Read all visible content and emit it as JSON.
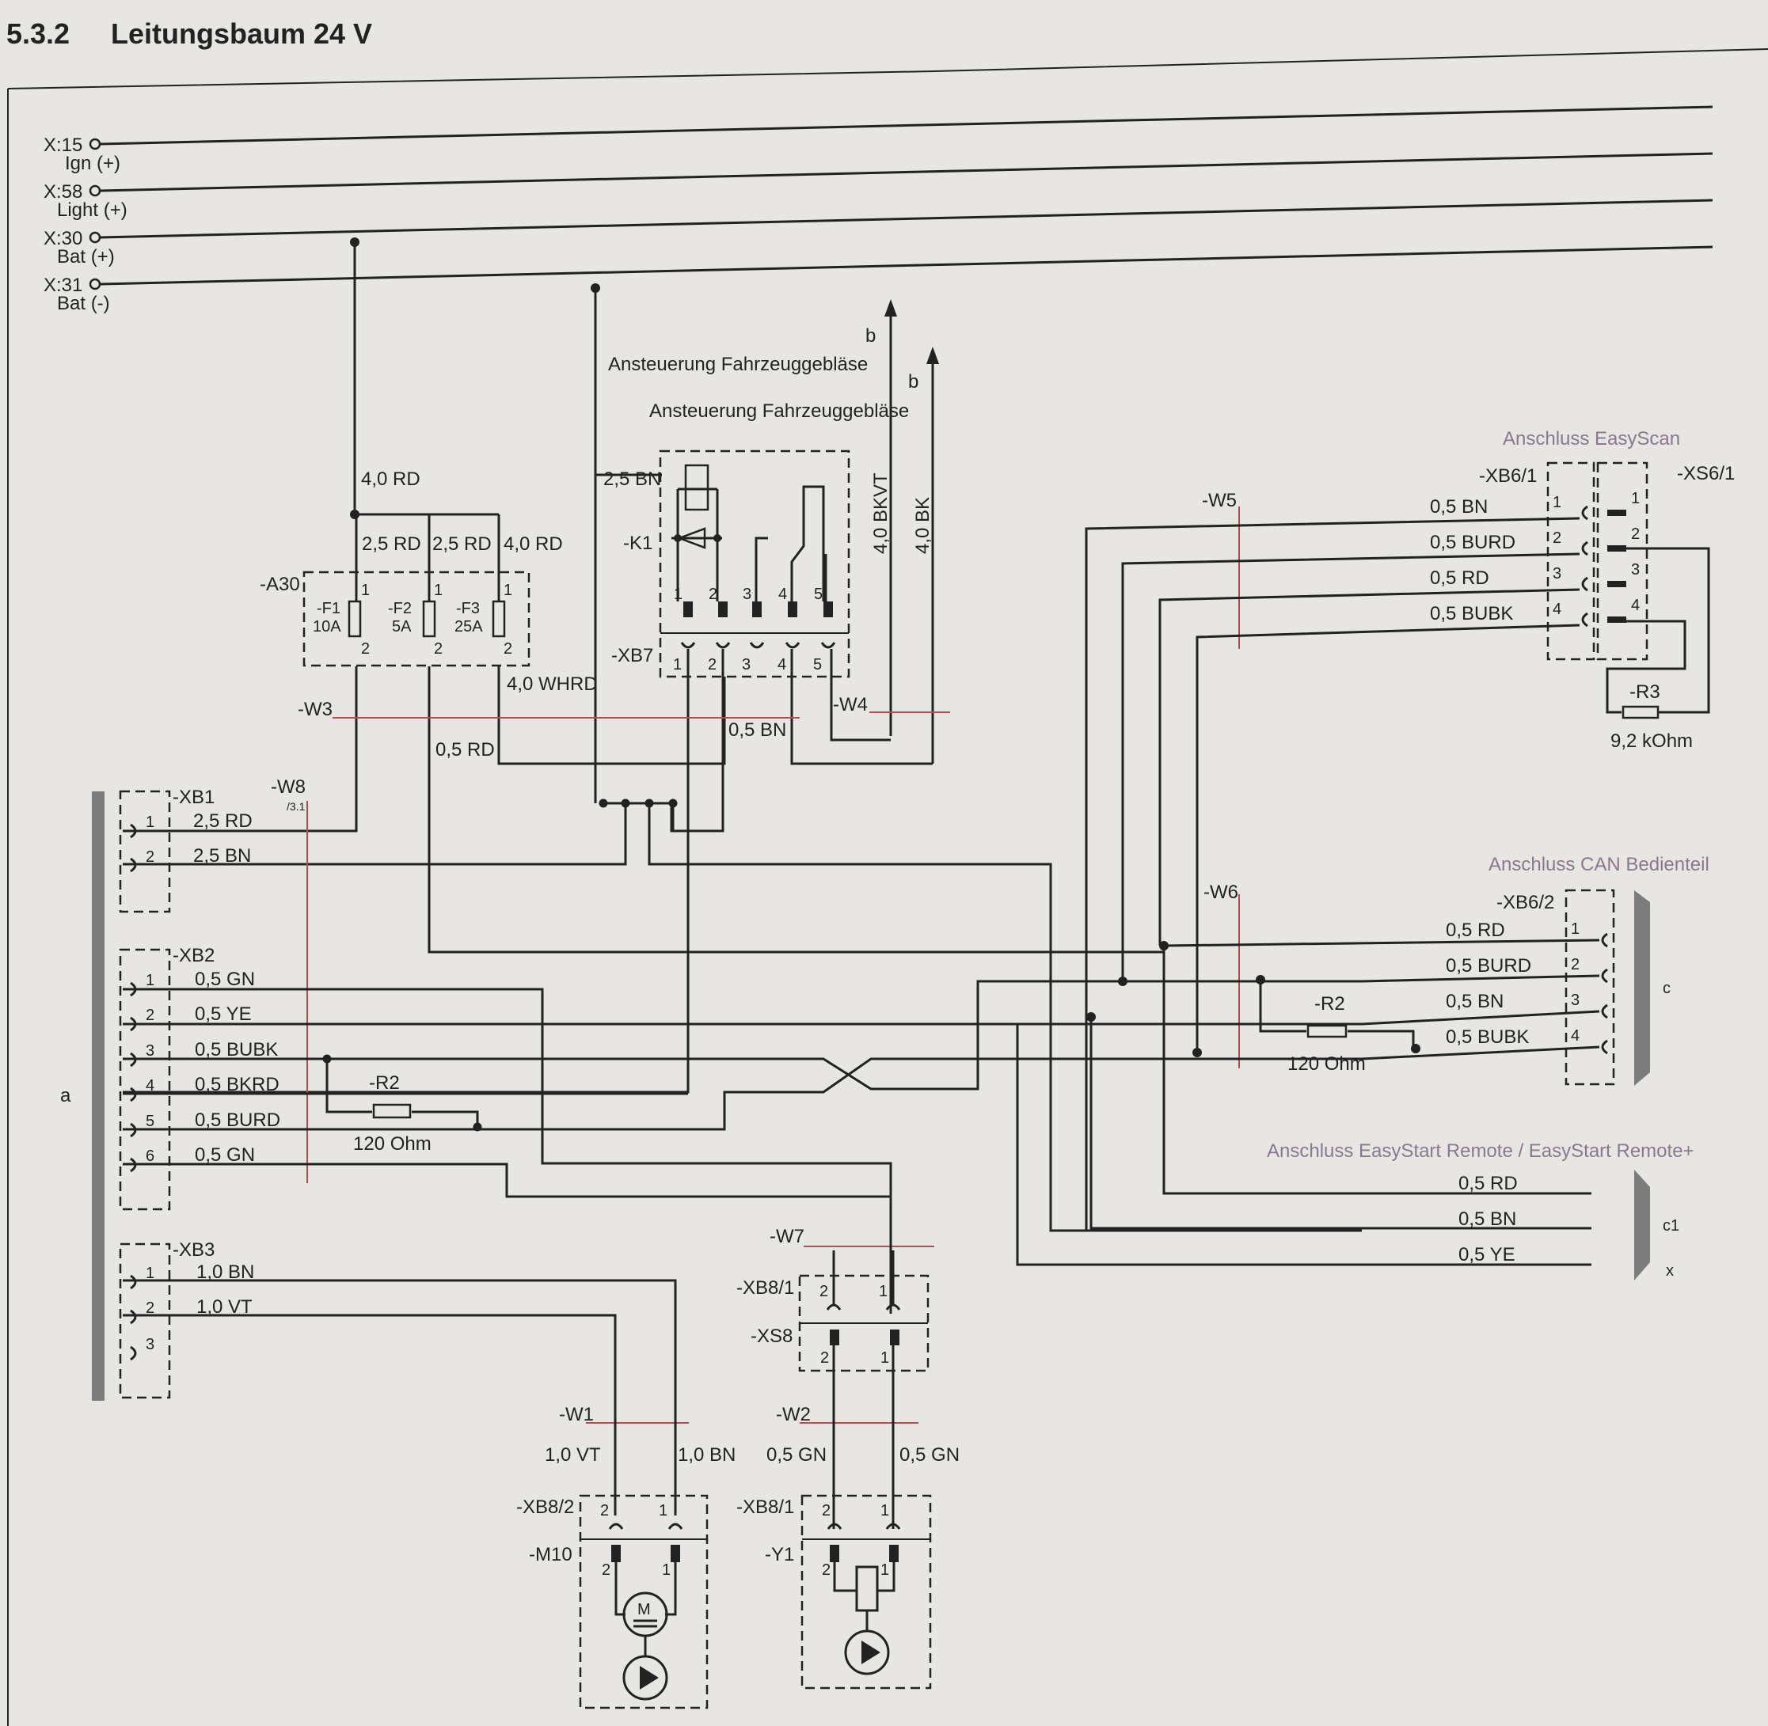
{
  "header": {
    "section": "5.3.2",
    "title": "Leitungsbaum 24 V"
  },
  "terminals": [
    {
      "id": "X:15",
      "desc": "Ign (+)"
    },
    {
      "id": "X:58",
      "desc": "Light (+)"
    },
    {
      "id": "X:30",
      "desc": "Bat (+)"
    },
    {
      "id": "X:31",
      "desc": "Bat (-)"
    }
  ],
  "blower": {
    "text": "Ansteuerung Fahrzeuggebläse",
    "arrow": "b"
  },
  "fuses": {
    "block": "-A30",
    "items": [
      {
        "id": "-F1",
        "rating": "10A"
      },
      {
        "id": "-F2",
        "rating": "5A"
      },
      {
        "id": "-F3",
        "rating": "25A"
      }
    ]
  },
  "relay": {
    "id": "-K1",
    "connector": "-XB7",
    "pins": [
      "1",
      "2",
      "3",
      "4",
      "5"
    ]
  },
  "wires": {
    "w3": "-W3",
    "w4": "-W4",
    "w5": "-W5",
    "w6": "-W6",
    "w7": "-W7",
    "w8": "-W8",
    "w8_ref": "/3.1",
    "w1": "-W1",
    "w2": "-W2"
  },
  "wire_labels": {
    "rd40": "4,0 RD",
    "rd25": "2,5 RD",
    "bn25": "2,5 BN",
    "whrd40": "4,0 WHRD",
    "rd05": "0,5 RD",
    "bn05": "0,5 BN",
    "bkvt40": "4,0 BKVT",
    "bk40": "4,0 BK"
  },
  "xb1": {
    "id": "-XB1",
    "pins": [
      {
        "n": "1",
        "wire": "2,5 RD"
      },
      {
        "n": "2",
        "wire": "2,5 BN"
      }
    ]
  },
  "xb2": {
    "id": "-XB2",
    "pins": [
      {
        "n": "1",
        "wire": "0,5 GN"
      },
      {
        "n": "2",
        "wire": "0,5 YE"
      },
      {
        "n": "3",
        "wire": "0,5 BUBK"
      },
      {
        "n": "4",
        "wire": "0,5 BKRD"
      },
      {
        "n": "5",
        "wire": "0,5 BURD"
      },
      {
        "n": "6",
        "wire": "0,5 GN"
      }
    ]
  },
  "xb3": {
    "id": "-XB3",
    "pins": [
      {
        "n": "1",
        "wire": "1,0 BN"
      },
      {
        "n": "2",
        "wire": "1,0 VT"
      },
      {
        "n": "3",
        "wire": ""
      }
    ]
  },
  "side": {
    "a": "a",
    "c": "c",
    "c1": "c1",
    "x": "x"
  },
  "resistors": {
    "r2": {
      "id": "-R2",
      "value": "120 Ohm"
    },
    "r3": {
      "id": "-R3",
      "value": "9,2 kOhm"
    }
  },
  "easyscan": {
    "title": "Anschluss EasyScan",
    "connector": "-XB6/1",
    "socket": "-XS6/1",
    "pins": [
      {
        "n": "1",
        "wire": "0,5 BN"
      },
      {
        "n": "2",
        "wire": "0,5 BURD"
      },
      {
        "n": "3",
        "wire": "0,5 RD"
      },
      {
        "n": "4",
        "wire": "0,5 BUBK"
      }
    ]
  },
  "can": {
    "title": "Anschluss CAN Bedienteil",
    "connector": "-XB6/2",
    "pins": [
      {
        "n": "1",
        "wire": "0,5 RD"
      },
      {
        "n": "2",
        "wire": "0,5 BURD"
      },
      {
        "n": "3",
        "wire": "0,5 BN"
      },
      {
        "n": "4",
        "wire": "0,5 BUBK"
      }
    ]
  },
  "easystart": {
    "title": "Anschluss EasyStart Remote / EasyStart Remote+",
    "wires": [
      "0,5 RD",
      "0,5 BN",
      "0,5 YE"
    ]
  },
  "pump_block": {
    "xb": "-XB8/1",
    "xs": "-XS8",
    "pins": [
      "2",
      "1"
    ]
  },
  "motor": {
    "xb": "-XB8/2",
    "id": "-M10",
    "wire_left": "1,0 VT",
    "wire_right": "1,0 BN",
    "symbol": "M"
  },
  "valve": {
    "xb": "-XB8/1",
    "id": "-Y1",
    "wire_left": "0,5 GN",
    "wire_right": "0,5 GN"
  }
}
